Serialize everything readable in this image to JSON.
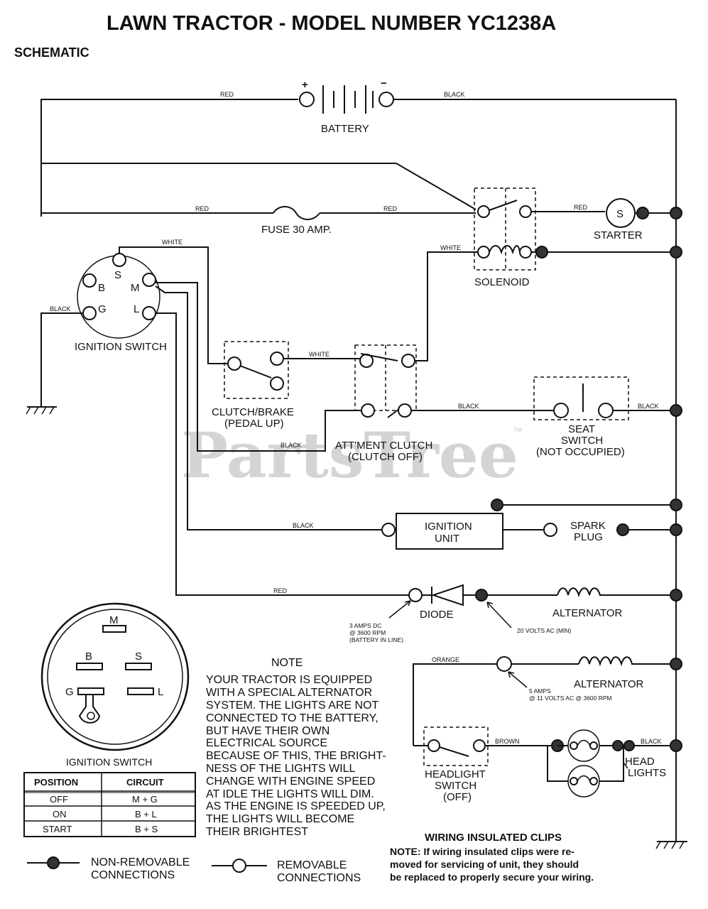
{
  "title": "LAWN TRACTOR - MODEL NUMBER YC1238A",
  "subtitle": "SCHEMATIC",
  "watermark": "PartsTree",
  "watermark_tm": "™",
  "components": {
    "battery": "BATTERY",
    "battery_pos": "+",
    "battery_neg": "−",
    "fuse": "FUSE 30 AMP.",
    "starter": "STARTER",
    "starter_symbol": "S",
    "solenoid": "SOLENOID",
    "ignition_switch": "IGNITION SWITCH",
    "clutch_brake_1": "CLUTCH/BRAKE",
    "clutch_brake_2": "(PEDAL UP)",
    "attment_clutch_1": "ATT'MENT CLUTCH",
    "attment_clutch_2": "(CLUTCH OFF)",
    "seat_switch_1": "SEAT",
    "seat_switch_2": "SWITCH",
    "seat_switch_3": "(NOT OCCUPIED)",
    "ignition_unit_1": "IGNITION",
    "ignition_unit_2": "UNIT",
    "spark_plug_1": "SPARK",
    "spark_plug_2": "PLUG",
    "diode": "DIODE",
    "alternator_1": "ALTERNATOR",
    "alternator_2": "ALTERNATOR",
    "headlight_switch_1": "HEADLIGHT",
    "headlight_switch_2": "SWITCH",
    "headlight_switch_3": "(OFF)",
    "head_lights_1": "HEAD",
    "head_lights_2": "LIGHTS"
  },
  "switch_terminals": {
    "s": "S",
    "b": "B",
    "m": "M",
    "g": "G",
    "l": "L"
  },
  "wire_colors": {
    "red": "RED",
    "black": "BLACK",
    "white": "WHITE",
    "orange": "ORANGE",
    "brown": "BROWN"
  },
  "ratings": {
    "diode_1": "3 AMPS DC",
    "diode_2": "@ 3600 RPM",
    "diode_3": "(BATTERY IN LINE)",
    "alt1": "20 VOLTS AC (MIN)",
    "alt2_1": "5 AMPS",
    "alt2_2": "@ 11 VOLTS AC @ 3600 RPM"
  },
  "note": {
    "heading": "NOTE",
    "lines": [
      "YOUR TRACTOR IS EQUIPPED",
      "WITH A SPECIAL ALTERNATOR",
      "SYSTEM.  THE LIGHTS ARE NOT",
      "CONNECTED TO  THE BATTERY,",
      "BUT HAVE THEIR OWN",
      "ELECTRICAL SOURCE",
      "BECAUSE OF THIS, THE BRIGHT-",
      "NESS OF THE LIGHTS WILL",
      "CHANGE WITH ENGINE SPEED",
      "AT IDLE THE LIGHTS WILL DIM.",
      "AS THE ENGINE IS SPEEDED UP,",
      "THE LIGHTS WILL BECOME",
      "THEIR BRIGHTEST"
    ]
  },
  "switch_detail": {
    "label": "IGNITION SWITCH",
    "m": "M",
    "b": "B",
    "s": "S",
    "g": "G",
    "l": "L"
  },
  "table": {
    "headers": [
      "POSITION",
      "CIRCUIT"
    ],
    "rows": [
      [
        "OFF",
        "M + G"
      ],
      [
        "ON",
        "B + L"
      ],
      [
        "START",
        "B + S"
      ]
    ]
  },
  "legend": {
    "non_removable_1": "NON-REMOVABLE",
    "non_removable_2": "CONNECTIONS",
    "removable_1": "REMOVABLE",
    "removable_2": "CONNECTIONS"
  },
  "clips": {
    "heading": "WIRING INSULATED CLIPS",
    "lines": [
      "NOTE: If wiring insulated clips  were  re-",
      "moved  for servicing  of  unit,  they should",
      "be replaced to properly secure your wiring."
    ]
  }
}
